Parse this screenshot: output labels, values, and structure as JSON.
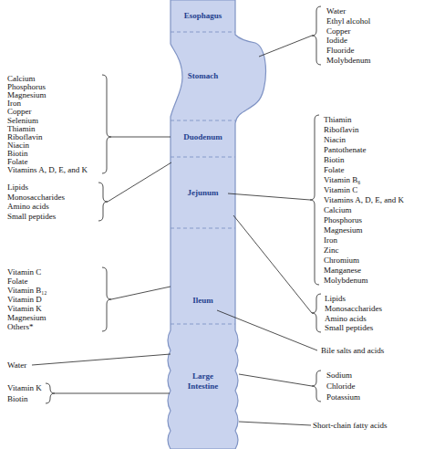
{
  "diagram": {
    "nodes": [
      {
        "text": [
          "Esophagus"
        ]
      },
      {
        "text": [
          "Stomach"
        ]
      },
      {
        "text": [
          "Duodenum"
        ]
      },
      {
        "text": [
          "Jejunum"
        ]
      },
      {
        "text": [
          "Ileum"
        ]
      },
      {
        "text": [
          "Large Intestine"
        ]
      }
    ],
    "labels": [
      "Water",
      "Ethyl alcohol",
      "Copper",
      "Iodide",
      "Fluoride",
      "Molybdenum",
      "Calcium",
      "Phosphorus",
      "Magnesium",
      "Iron",
      "Copper",
      "Selenium",
      "Thiamin",
      "Riboflavin",
      "Niacin",
      "Biotin",
      "Folate",
      "Vitamins A, D, E, and K",
      "Thiamin",
      "Riboflavin",
      "Niacin",
      "Pantothenate",
      "Biotin",
      "Folate",
      "Vitamin B₆",
      "Vitamin C",
      "Vitamins A, D, E, and K",
      "Calcium",
      "Phosphorus",
      "Magnesium",
      "Iron",
      "Zinc",
      "Chromium",
      "Manganese",
      "Molybdenum",
      "Lipids",
      "Monosaccharides",
      "Amino acids",
      "Small peptides",
      "Vitamin C",
      "Folate",
      "Vitamin B₁₂",
      "Vitamin D",
      "Vitamin K",
      "Magnesium",
      "Others*",
      "Lipids",
      "Monosaccharides",
      "Amino acids",
      "Small peptides",
      "Water",
      "Vitamin K",
      "Biotin",
      "Bile salts and acids",
      "Sodium",
      "Chloride",
      "Potassium",
      "Short-chain fatty acids"
    ]
  }
}
